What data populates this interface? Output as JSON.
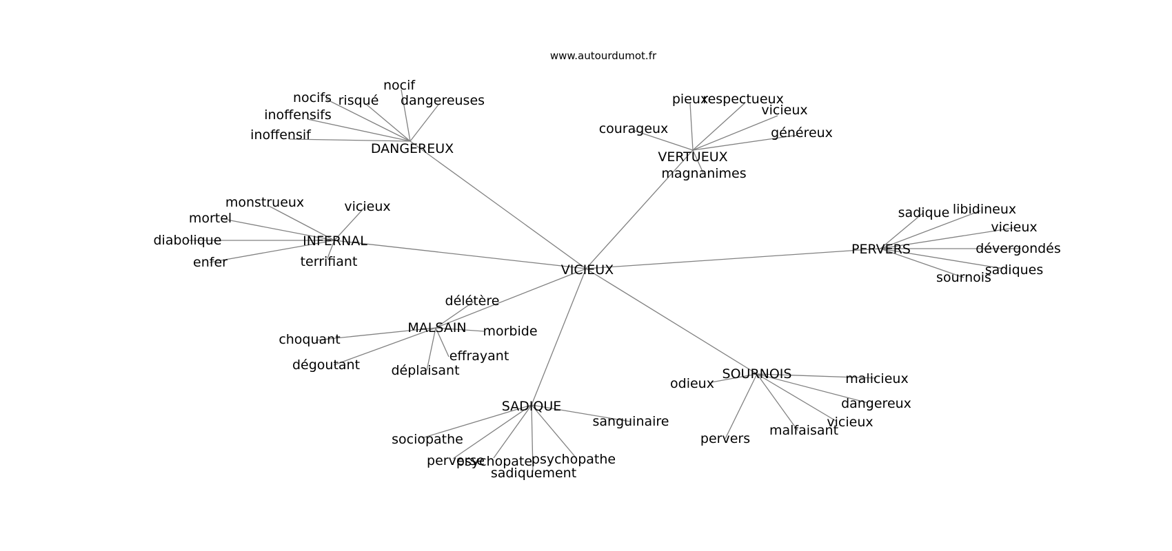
{
  "site": "www.autourdumot.fr",
  "graph": {
    "center": "VICIEUX",
    "hubs": [
      {
        "key": "dangereux",
        "label": "DANGEREUX",
        "words": [
          "nocifs",
          "risqué",
          "nocif",
          "dangereuses",
          "inoffensifs",
          "inoffensif"
        ]
      },
      {
        "key": "vertueux",
        "label": "VERTUEUX",
        "words": [
          "pieux",
          "respectueux",
          "vicieux",
          "courageux",
          "généreux",
          "magnanimes"
        ]
      },
      {
        "key": "infernal",
        "label": "INFERNAL",
        "words": [
          "monstrueux",
          "vicieux",
          "mortel",
          "diabolique",
          "enfer",
          "terrifiant"
        ]
      },
      {
        "key": "pervers",
        "label": "PERVERS",
        "words": [
          "sadique",
          "libidineux",
          "vicieux",
          "dévergondés",
          "sadiques",
          "sournois"
        ]
      },
      {
        "key": "malsain",
        "label": "MALSAIN",
        "words": [
          "délétère",
          "choquant",
          "morbide",
          "effrayant",
          "dégoutant",
          "déplaisant"
        ]
      },
      {
        "key": "sournois",
        "label": "SOURNOIS",
        "words": [
          "odieux",
          "malicieux",
          "dangereux",
          "vicieux",
          "malfaisant",
          "pervers"
        ]
      },
      {
        "key": "sadique",
        "label": "SADIQUE",
        "words": [
          "sanguinaire",
          "sociopathe",
          "perverse",
          "psychopate",
          "psychopathe",
          "sadiquement"
        ]
      }
    ]
  }
}
